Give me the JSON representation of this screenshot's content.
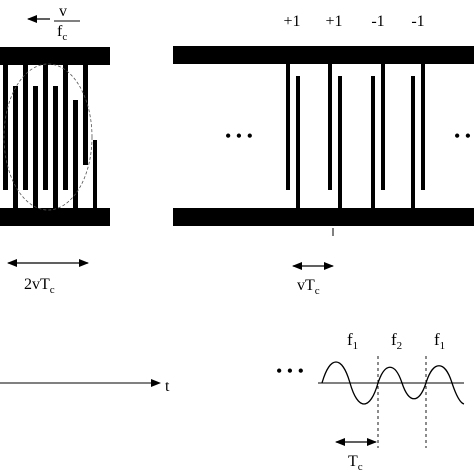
{
  "left_panel": {
    "velocity_fraction": {
      "numerator": "v",
      "denominator": "f",
      "denominator_sub": "c"
    },
    "width_label": {
      "main": "2vT",
      "sub": "c"
    }
  },
  "right_panel": {
    "polarity_labels": [
      "+1",
      "+1",
      "-1",
      "-1"
    ],
    "ellipsis": "• • •",
    "ellipsis_right": "• •",
    "width_label": {
      "main": "vT",
      "sub": "c"
    }
  },
  "timeline": {
    "axis_label": "t"
  },
  "signal": {
    "ellipsis": "• • •",
    "frequency_labels": [
      {
        "main": "f",
        "sub": "1"
      },
      {
        "main": "f",
        "sub": "2"
      },
      {
        "main": "f",
        "sub": "1"
      }
    ],
    "period_label": {
      "main": "T",
      "sub": "c"
    }
  }
}
